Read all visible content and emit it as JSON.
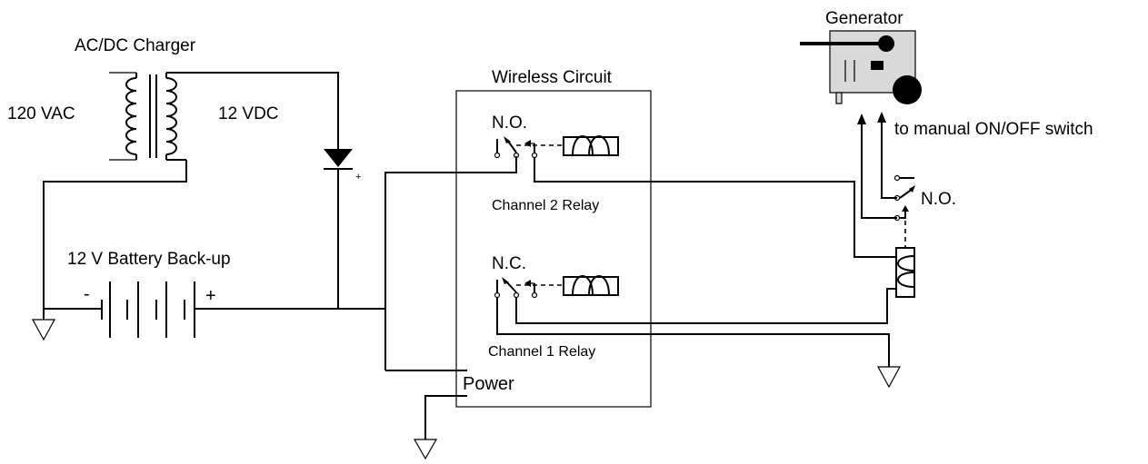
{
  "labels": {
    "charger": "AC/DC Charger",
    "vac": "120 VAC",
    "vdc": "12 VDC",
    "battery": "12 V Battery Back-up",
    "battery_minus": "-",
    "battery_plus": "+",
    "diode_plus": "+",
    "wireless": "Wireless Circuit",
    "ch2_contact": "N.O.",
    "ch2_relay": "Channel 2 Relay",
    "ch1_contact": "N.C.",
    "ch1_relay": "Channel 1 Relay",
    "power": "Power",
    "generator": "Generator",
    "manual_switch": "to manual ON/OFF switch",
    "gen_relay_contact": "N.O."
  },
  "colors": {
    "line": "#000000",
    "generator_body": "#d9d9d9"
  }
}
